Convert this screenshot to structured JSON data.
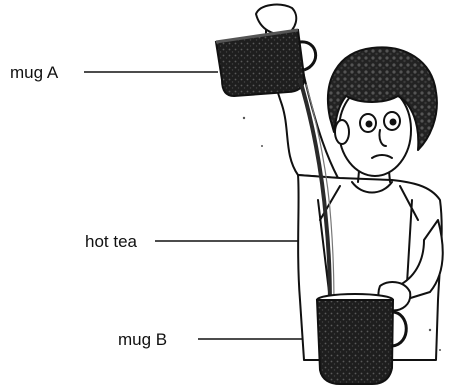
{
  "labels": {
    "mug_a": "mug A",
    "hot_tea": "hot tea",
    "mug_b": "mug B"
  },
  "colors": {
    "ink": "#111111",
    "tea": "#2a2a2a",
    "paper": "#ffffff"
  }
}
